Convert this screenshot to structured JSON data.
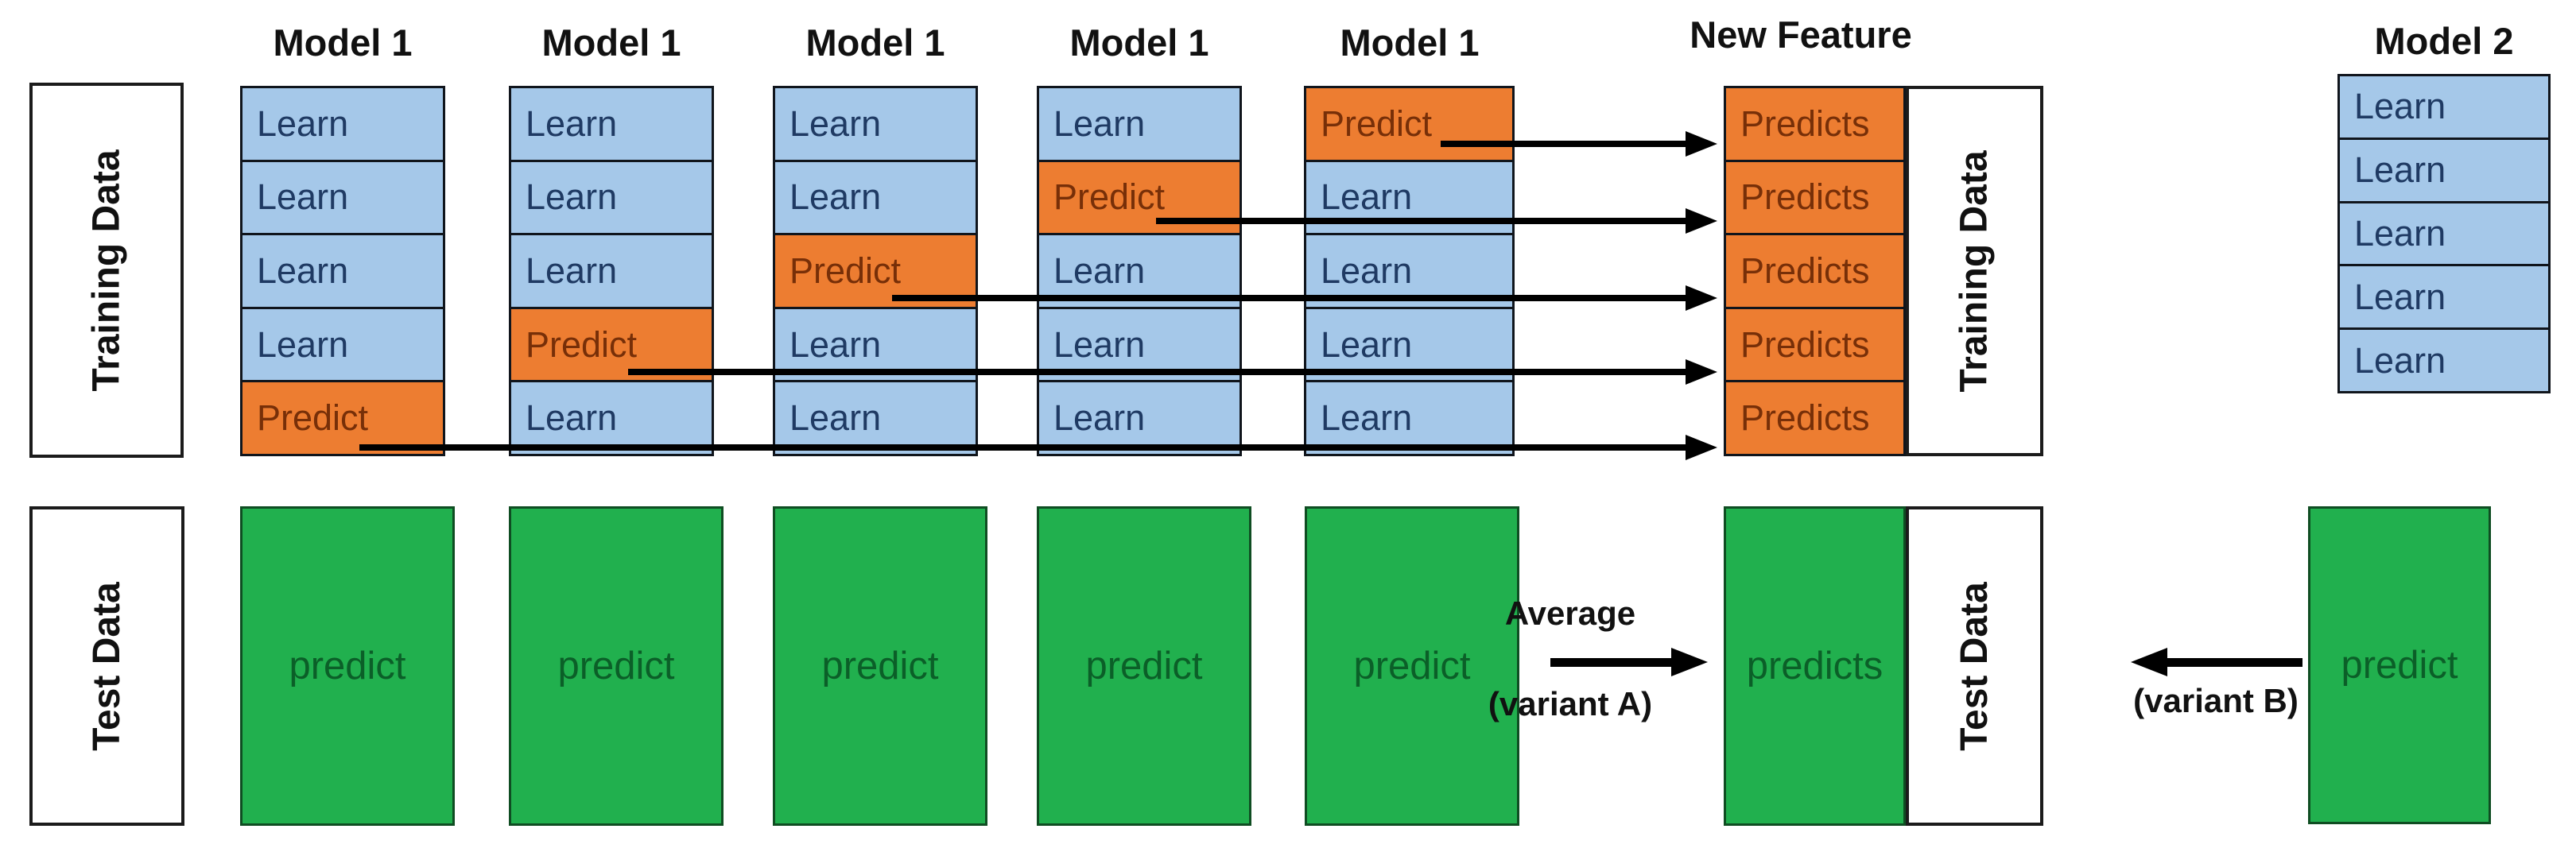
{
  "diagram_title": "stacking-ensemble-kfold-diagram",
  "colors": {
    "learn_fill": "#a5c8e9",
    "learn_text": "#1f3a63",
    "predict_fill": "#ed7d31",
    "predict_text": "#772f08",
    "test_fill": "#21b04e",
    "test_text": "#0b5f28",
    "arrow": "#000000"
  },
  "headers": {
    "model1": [
      "Model 1",
      "Model 1",
      "Model 1",
      "Model 1",
      "Model 1"
    ],
    "new_feature": "New Feature",
    "model2": "Model 2"
  },
  "side_labels": {
    "training_left": "Training Data",
    "training_right": "Training Data",
    "test_left": "Test Data",
    "test_right": "Test Data"
  },
  "train_columns": [
    {
      "cells": [
        "Learn",
        "Learn",
        "Learn",
        "Learn",
        "Predict"
      ]
    },
    {
      "cells": [
        "Learn",
        "Learn",
        "Learn",
        "Predict",
        "Learn"
      ]
    },
    {
      "cells": [
        "Learn",
        "Learn",
        "Predict",
        "Learn",
        "Learn"
      ]
    },
    {
      "cells": [
        "Learn",
        "Predict",
        "Learn",
        "Learn",
        "Learn"
      ]
    },
    {
      "cells": [
        "Predict",
        "Learn",
        "Learn",
        "Learn",
        "Learn"
      ]
    }
  ],
  "new_feature_column": {
    "cells": [
      "Predicts",
      "Predicts",
      "Predicts",
      "Predicts",
      "Predicts"
    ]
  },
  "model2_column": {
    "cells": [
      "Learn",
      "Learn",
      "Learn",
      "Learn",
      "Learn"
    ]
  },
  "test_row": {
    "predict_labels": [
      "predict",
      "predict",
      "predict",
      "predict",
      "predict"
    ],
    "predicts_label": "predicts",
    "model2_predict_label": "predict"
  },
  "annotations": {
    "average_label": "Average",
    "variant_a_label": "(variant A)",
    "variant_b_label": "(variant B)"
  }
}
